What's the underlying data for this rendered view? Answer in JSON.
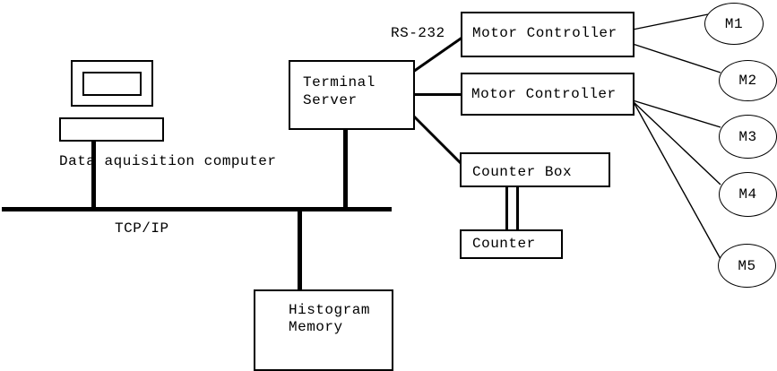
{
  "diagram": {
    "nodes": {
      "terminal_server": {
        "label": "Terminal\nServer"
      },
      "motor_controller_1": {
        "label": "Motor Controller"
      },
      "motor_controller_2": {
        "label": "Motor Controller"
      },
      "counter_box": {
        "label": "Counter Box"
      },
      "counter": {
        "label": "Counter"
      },
      "histogram_memory": {
        "label": "Histogram\nMemory"
      },
      "data_acquisition_computer": {
        "label": "Data aquisition computer"
      }
    },
    "motors": [
      {
        "label": "M1"
      },
      {
        "label": "M2"
      },
      {
        "label": "M3"
      },
      {
        "label": "M4"
      },
      {
        "label": "M5"
      }
    ],
    "labels": {
      "bus": "TCP/IP",
      "serial_link": "RS-232"
    },
    "edges": [
      {
        "from": "data_acquisition_computer",
        "to": "tcp_ip_bus",
        "style": "thick"
      },
      {
        "from": "terminal_server",
        "to": "tcp_ip_bus",
        "style": "thick"
      },
      {
        "from": "histogram_memory",
        "to": "tcp_ip_bus",
        "style": "thick"
      },
      {
        "from": "terminal_server",
        "to": "motor_controller_1",
        "style": "medium",
        "label": "RS-232"
      },
      {
        "from": "terminal_server",
        "to": "motor_controller_2",
        "style": "medium"
      },
      {
        "from": "terminal_server",
        "to": "counter_box",
        "style": "medium"
      },
      {
        "from": "counter_box",
        "to": "counter",
        "style": "double"
      },
      {
        "from": "motor_controller_1",
        "to": "M1",
        "style": "thin"
      },
      {
        "from": "motor_controller_1",
        "to": "M2",
        "style": "thin"
      },
      {
        "from": "motor_controller_2",
        "to": "M3",
        "style": "thin"
      },
      {
        "from": "motor_controller_2",
        "to": "M4",
        "style": "thin"
      },
      {
        "from": "motor_controller_2",
        "to": "M5",
        "style": "thin"
      }
    ],
    "colors": {
      "line": "#000000",
      "background": "#ffffff"
    }
  }
}
